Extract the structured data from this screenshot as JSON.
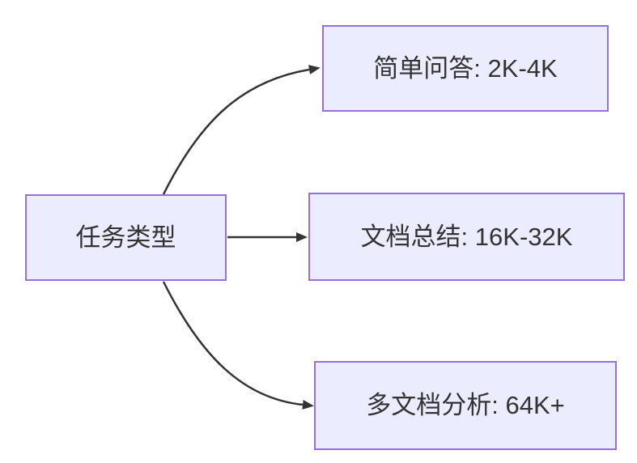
{
  "diagram": {
    "type": "flowchart",
    "direction": "left-to-right",
    "root_node": {
      "label": "任务类型"
    },
    "leaf_nodes": [
      {
        "label": "简单问答: 2K-4K"
      },
      {
        "label": "文档总结: 16K-32K"
      },
      {
        "label": "多文档分析: 64K+"
      }
    ],
    "edges": [
      {
        "from": "任务类型",
        "to": "简单问答: 2K-4K"
      },
      {
        "from": "任务类型",
        "to": "文档总结: 16K-32K"
      },
      {
        "from": "任务类型",
        "to": "多文档分析: 64K+"
      }
    ],
    "colors": {
      "node_fill": "#ECECFF",
      "node_border": "#9370DB",
      "edge_stroke": "#333333",
      "text": "#333333",
      "background": "#FFFFFF"
    }
  }
}
